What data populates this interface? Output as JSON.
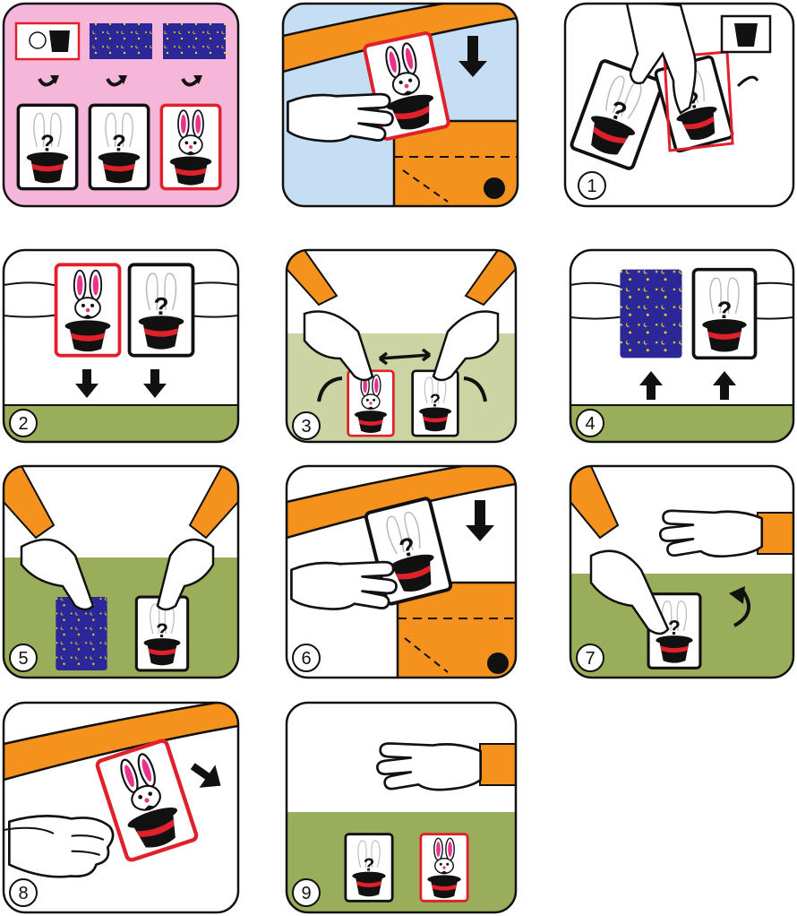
{
  "panels": [
    {
      "id": "setup-cards",
      "label": "",
      "bg": "#f5b6d9",
      "cards": 3
    },
    {
      "id": "pocket-insert",
      "label": ""
    },
    {
      "id": "step-1",
      "label": "1"
    },
    {
      "id": "step-2",
      "label": "2"
    },
    {
      "id": "step-3",
      "label": "3"
    },
    {
      "id": "step-4",
      "label": "4"
    },
    {
      "id": "step-5",
      "label": "5"
    },
    {
      "id": "step-6",
      "label": "6"
    },
    {
      "id": "step-7",
      "label": "7"
    },
    {
      "id": "step-8",
      "label": "8"
    },
    {
      "id": "step-9",
      "label": "9"
    }
  ],
  "colors": {
    "outline": "#1a1a1a",
    "table_green": "#9aad5a",
    "table_green_light": "#cdd4a3",
    "sky_blue": "#c6def3",
    "sleeve_orange": "#f5921e",
    "card_red": "#e0202a",
    "night_blue": "#2b2799",
    "star_yellow": "#f3d21a",
    "glove": "#ffffff",
    "bunny_pink": "#e8338a",
    "hat_black": "#111111"
  },
  "glyphs": {
    "question": "?",
    "star": "★",
    "moon": "☾"
  },
  "icons": [
    "rotate-arrow-icon",
    "down-arrow-icon",
    "up-arrow-icon",
    "swap-arrow-icon",
    "curved-arrow-icon",
    "bunny-hat-card-icon",
    "question-hat-card-icon",
    "star-back-card-icon",
    "glove-hand-icon"
  ]
}
